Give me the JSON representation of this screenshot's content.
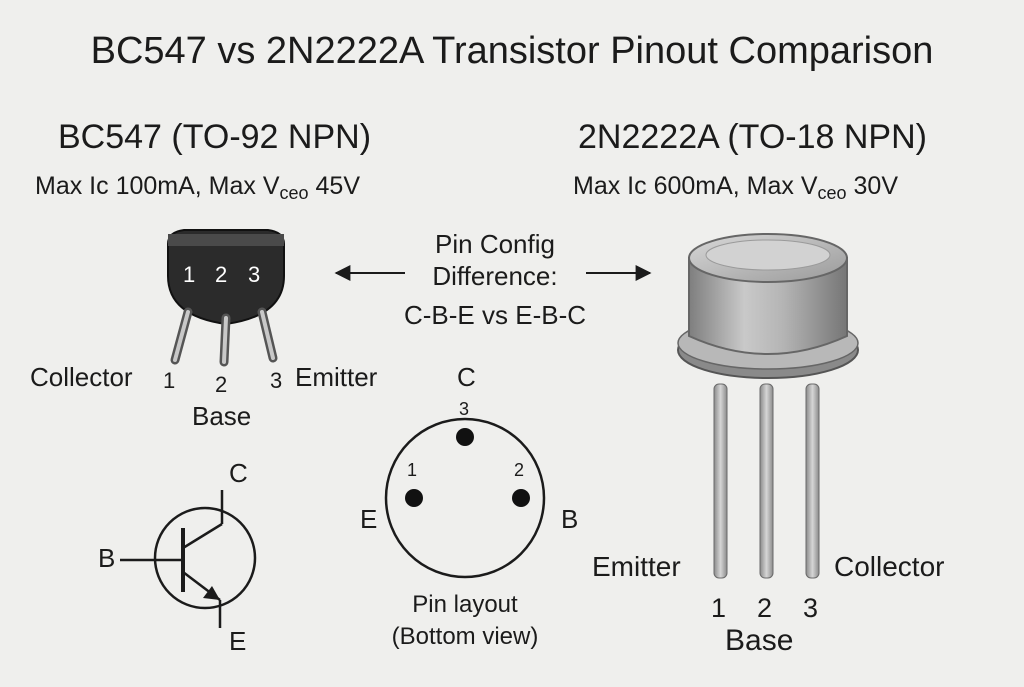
{
  "title": "BC547 vs 2N2222A Transistor Pinout Comparison",
  "bc547": {
    "heading": "BC547 (TO-92 NPN)",
    "spec_prefix": "Max Ic 100mA, Max V",
    "spec_sub": "ceo",
    "spec_suffix": " 45V",
    "body_pins": [
      "1",
      "2",
      "3"
    ],
    "label_collector": "Collector",
    "label_pin1": "1",
    "label_pin2": "2",
    "label_pin3": "3",
    "label_emitter": "Emitter",
    "label_base": "Base"
  },
  "n2222a": {
    "heading": "2N2222A (TO-18 NPN)",
    "spec_prefix": "Max Ic 600mA, Max V",
    "spec_sub": "ceo",
    "spec_suffix": " 30V",
    "label_emitter": "Emitter",
    "label_collector": "Collector",
    "pin_numbers": [
      "1",
      "2",
      "3"
    ],
    "label_base": "Base"
  },
  "difference": {
    "line1": "Pin Config",
    "line2": "Difference:",
    "line3": "C-B-E vs E-B-C"
  },
  "symbol": {
    "collector": "C",
    "base": "B",
    "emitter": "E"
  },
  "pin_layout": {
    "top_letter": "C",
    "top_num": "3",
    "left_letter": "E",
    "left_num": "1",
    "right_letter": "B",
    "right_num": "2",
    "caption_line1": "Pin layout",
    "caption_line2": "(Bottom view)"
  },
  "colors": {
    "background": "#efefed",
    "text": "#1b1b1b",
    "to92_body": "#2b2b2b",
    "metal": "#a9a9a9"
  }
}
